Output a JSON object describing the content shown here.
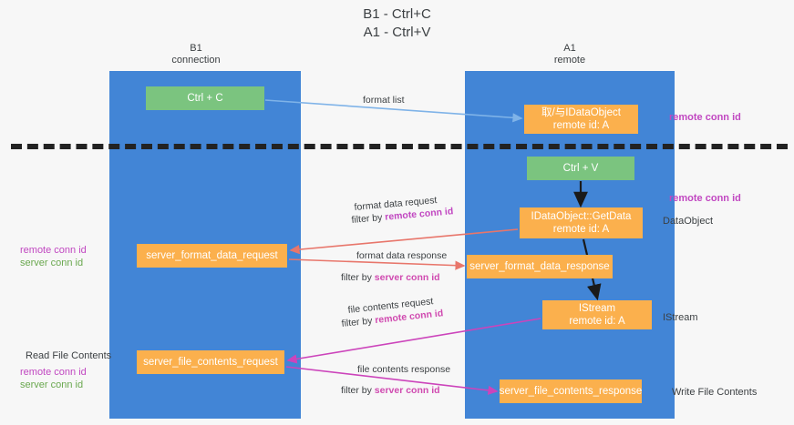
{
  "title": "B1 - Ctrl+C\nA1 - Ctrl+V",
  "lanes": [
    {
      "id": "b1",
      "header": "B1\nconnection",
      "color": "#4285d6"
    },
    {
      "id": "a1",
      "header": "A1\nremote",
      "color": "#4285d6"
    }
  ],
  "nodes": {
    "ctrl_c": "Ctrl + C",
    "idataobject": "取/与IDataObject\nremote id: A",
    "ctrl_v": "Ctrl + V",
    "getdata": "IDataObject::GetData\nremote id: A",
    "server_format_data_request": "server_format_data_request",
    "server_format_data_response": "server_format_data_response",
    "istream": "IStream\nremote id: A",
    "server_file_contents_request": "server_file_contents_request",
    "server_file_contents_response": "server_file_contents_response"
  },
  "edges": {
    "format_list": "format list",
    "format_data_request": "format data request",
    "format_data_request_filter_prefix": "filter by ",
    "format_data_request_filter_value": "remote conn id",
    "format_data_response": "format data response",
    "format_data_response_filter_prefix": "filter by ",
    "format_data_response_filter_value": "server conn id",
    "file_contents_request": "file contents request",
    "file_contents_request_filter_prefix": "filter by ",
    "file_contents_request_filter_value": "remote conn id",
    "file_contents_response": "file contents response",
    "file_contents_response_filter_prefix": "filter by ",
    "file_contents_response_filter_value": "server conn id"
  },
  "annotations": {
    "remote_conn_id_top": "remote conn id",
    "remote_conn_id_mid": "remote conn id",
    "dataobject": "DataObject",
    "istream": "IStream",
    "write_file_contents": "Write File Contents",
    "read_file_contents": "Read File Contents",
    "left_remote_conn_id_1": "remote conn id",
    "left_server_conn_id_1": "server conn id",
    "left_remote_conn_id_2": "remote conn id",
    "left_server_conn_id_2": "server conn id"
  },
  "colors": {
    "lane": "#4285d6",
    "orange": "#fbb04d",
    "green": "#7bc47f",
    "purple": "#c147c1",
    "green_text": "#6aa84f",
    "red_arrow": "#e8766b",
    "pink_arrow": "#cc44bb",
    "blue_arrow": "#7fb3e8",
    "black_arrow": "#1a1a1a",
    "separator": "#222222",
    "background": "#f7f7f7"
  }
}
